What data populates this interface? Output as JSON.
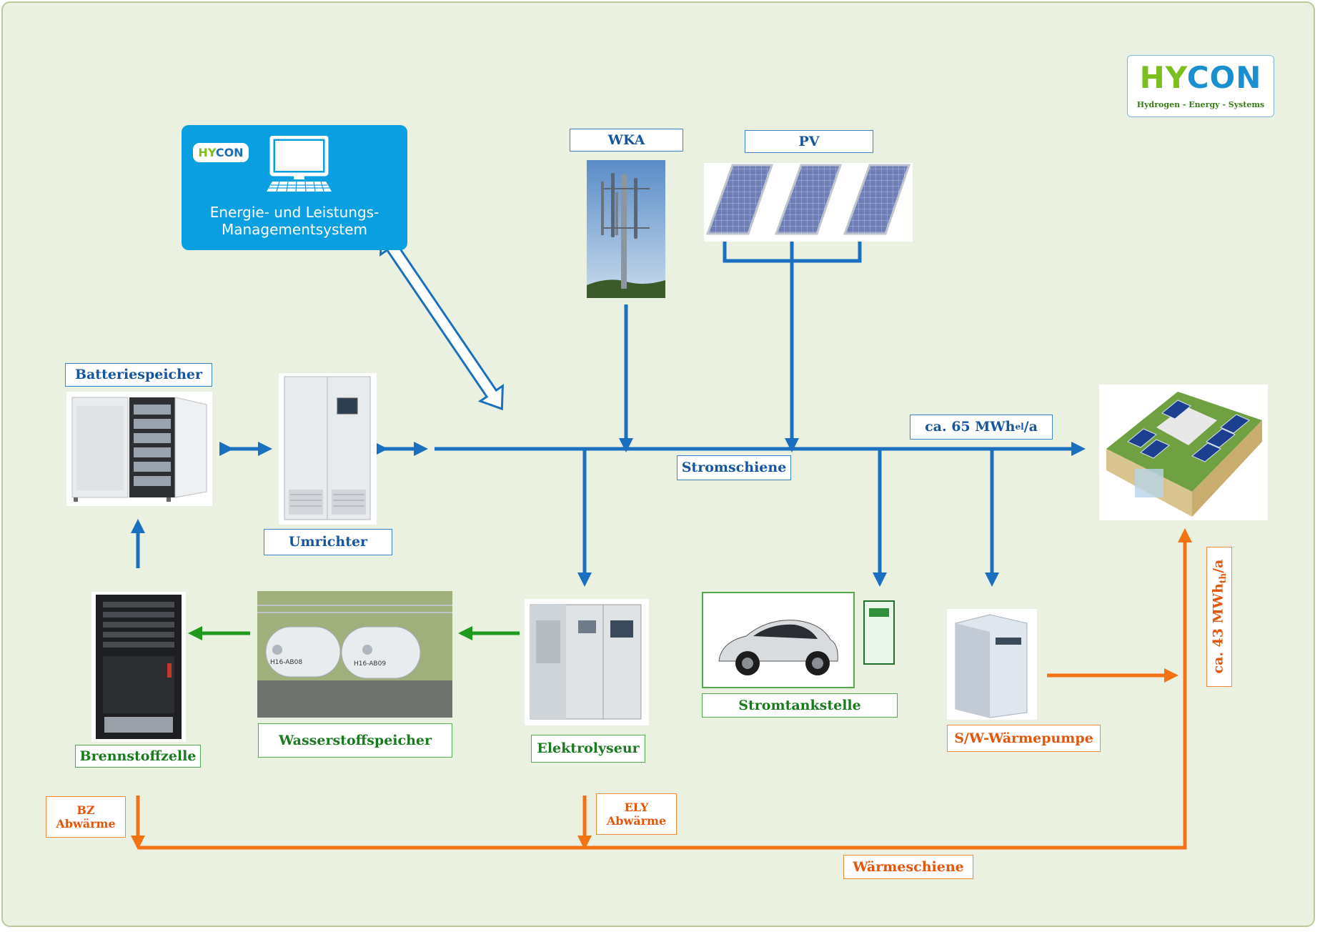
{
  "logo": {
    "part1": "HY",
    "part2": "CON",
    "tagline": "Hydrogen - Energy - Systems"
  },
  "ems": {
    "badge_part1": "HY",
    "badge_part2": "CON",
    "title": "Energie- und Leistungs-\nManagementsystem"
  },
  "labels": {
    "wka": "WKA",
    "pv": "PV",
    "batteriespeicher": "Batteriespeicher",
    "umrichter": "Umrichter",
    "stromschiene": "Stromschiene",
    "power_flow_prefix": "ca. 65 MWh",
    "power_flow_sub": "el",
    "power_flow_suffix": "/a",
    "brennstoffzelle": "Brennstoffzelle",
    "wasserstoffspeicher": "Wasserstoffspeicher",
    "elektrolyseur": "Elektrolyseur",
    "stromtankstelle": "Stromtankstelle",
    "waermepumpe": "S/W-Wärmepumpe",
    "heat_flow_prefix": "ca. 43 MWh",
    "heat_flow_sub": "th",
    "heat_flow_suffix": "/a",
    "bz_line1": "BZ",
    "bz_line2": "Abwärme",
    "ely_line1": "ELY",
    "ely_line2": "Abwärme",
    "waermeschiene": "Wärmeschiene"
  },
  "tank_labels": [
    "H16-AB08",
    "H16-AB09"
  ],
  "colors": {
    "electric": "#1b6fbf",
    "hydrogen": "#1f9a1f",
    "heat": "#f47216",
    "background": "#eaf1e0"
  }
}
